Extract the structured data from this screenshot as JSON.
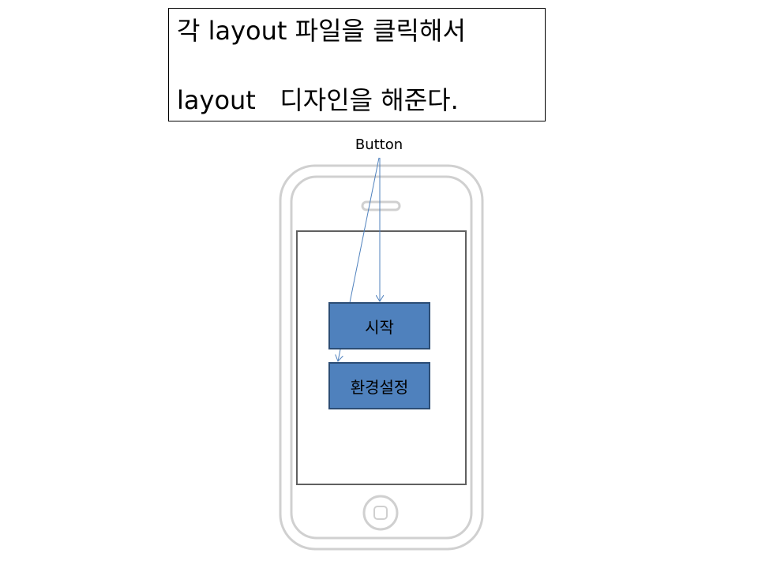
{
  "caption": {
    "line1": "각 layout 파일을 클릭해서",
    "line2": "layout   디자인을 해준다."
  },
  "callout": {
    "label": "Button"
  },
  "phone": {
    "buttons": [
      {
        "label": "시작"
      },
      {
        "label": "환경설정"
      }
    ]
  },
  "colors": {
    "button_fill": "#4f81bd",
    "button_border": "#2c4d75",
    "arrow": "#4f81bd",
    "phone_outline": "#d0d0d0",
    "screen_border": "#606060"
  }
}
